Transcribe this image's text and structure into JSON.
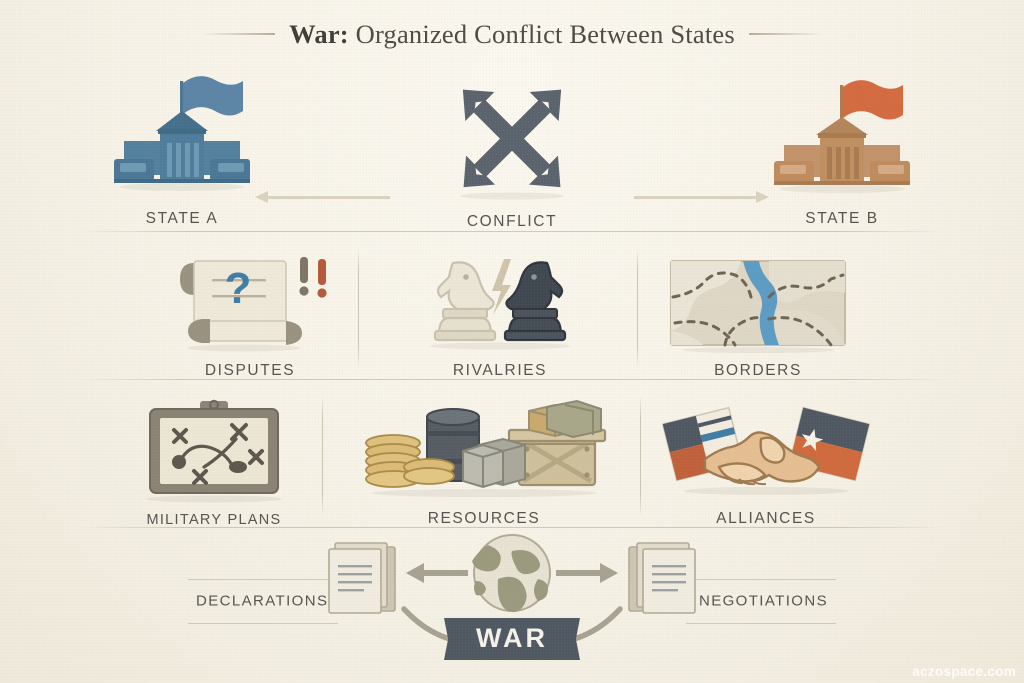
{
  "title": {
    "lead": "War:",
    "rest": " Organized Conflict Between States"
  },
  "top_row": {
    "state_a": {
      "label": "STATE A",
      "icon": "government-building-icon",
      "flag_color": "#5b84a6",
      "building_color": "#4a7796"
    },
    "conflict": {
      "label": "CONFLICT",
      "icon": "crossed-arrows-icon",
      "color": "#5a636d"
    },
    "state_b": {
      "label": "STATE B",
      "icon": "government-building-icon",
      "flag_color": "#d46a3f",
      "building_color": "#bf8b5d"
    },
    "arrow_left": {
      "icon": "arrow-left-icon",
      "color": "#d9d2c0"
    },
    "arrow_right": {
      "icon": "arrow-right-icon",
      "color": "#d9d2c0"
    }
  },
  "causes_row": [
    {
      "label": "DISPUTES",
      "icon": "scroll-question-icon"
    },
    {
      "label": "RIVALRIES",
      "icon": "chess-knights-icon"
    },
    {
      "label": "BORDERS",
      "icon": "border-map-icon"
    }
  ],
  "means_row": [
    {
      "label": "MILITARY PLANS",
      "icon": "clipboard-strategy-icon"
    },
    {
      "label": "RESOURCES",
      "icon": "coins-crates-icon"
    },
    {
      "label": "ALLIANCES",
      "icon": "handshake-flags-icon"
    }
  ],
  "bottom_row": {
    "left_label": "DECLARATIONS",
    "right_label": "NEGOTIATIONS",
    "center_icon": "globe-icon",
    "left_icon": "documents-icon",
    "right_icon": "documents-icon",
    "outcome": "WAR"
  },
  "watermark": "aczospace.com",
  "colors": {
    "background": "#f7f3e9",
    "ink": "#565350",
    "title_ink": "#4e4a45",
    "state_a": "#4a7796",
    "state_b": "#bf8b5d",
    "conflict": "#5a636d",
    "war_banner": "#4f5862",
    "water": "#5b9bc4",
    "divider": "#b0a692"
  }
}
